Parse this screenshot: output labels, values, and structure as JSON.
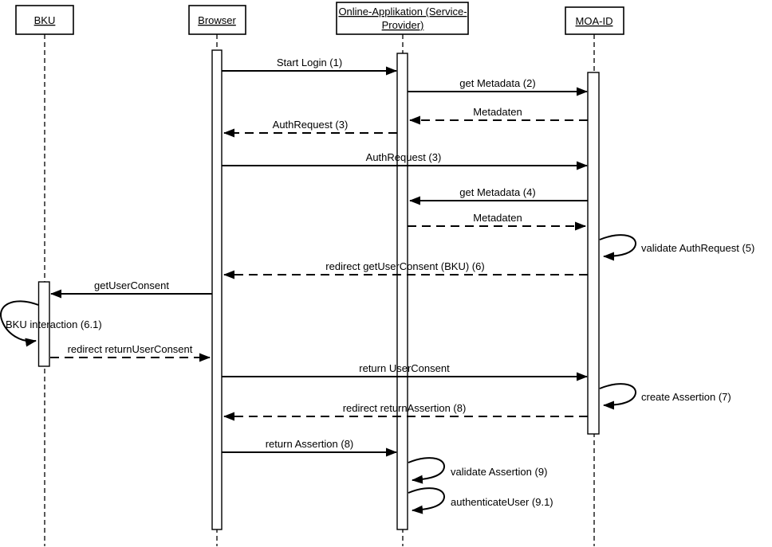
{
  "diagram": {
    "kind": "uml-sequence-diagram",
    "background_color": "#ffffff",
    "line_color": "#000000",
    "participants": [
      {
        "id": "bku",
        "label": "BKU"
      },
      {
        "id": "browser",
        "label": "Browser"
      },
      {
        "id": "online-applikation",
        "label": "Online-Applikation (Service-Provider)",
        "lines": [
          "Online-Applikation (Service-",
          "Provider)"
        ]
      },
      {
        "id": "moa-id",
        "label": "MOA-ID"
      }
    ],
    "messages": [
      {
        "label": "Start Login (1)",
        "from": "Browser",
        "to": "Online-Applikation (Service-Provider)",
        "style": "solid"
      },
      {
        "label": "get Metadata (2)",
        "from": "Online-Applikation (Service-Provider)",
        "to": "MOA-ID",
        "style": "solid"
      },
      {
        "label": "Metadaten",
        "from": "MOA-ID",
        "to": "Online-Applikation (Service-Provider)",
        "style": "dashed"
      },
      {
        "label": "AuthRequest (3)",
        "from": "Online-Applikation (Service-Provider)",
        "to": "Browser",
        "style": "dashed"
      },
      {
        "label": "AuthRequest (3)",
        "from": "Browser",
        "to": "MOA-ID",
        "style": "solid"
      },
      {
        "label": "get Metadata (4)",
        "from": "MOA-ID",
        "to": "Online-Applikation (Service-Provider)",
        "style": "solid"
      },
      {
        "label": "Metadaten",
        "from": "Online-Applikation (Service-Provider)",
        "to": "MOA-ID",
        "style": "dashed"
      },
      {
        "label": "validate AuthRequest (5)",
        "on": "MOA-ID",
        "style": "self"
      },
      {
        "label": "redirect getUserConsent (BKU) (6)",
        "from": "MOA-ID",
        "to": "Browser",
        "style": "dashed"
      },
      {
        "label": "getUserConsent",
        "from": "Browser",
        "to": "BKU",
        "style": "solid"
      },
      {
        "label": "BKU interaction (6.1)",
        "on": "BKU",
        "style": "self"
      },
      {
        "label": "redirect returnUserConsent",
        "from": "BKU",
        "to": "Browser",
        "style": "dashed"
      },
      {
        "label": "return UserConsent",
        "from": "Browser",
        "to": "MOA-ID",
        "style": "solid"
      },
      {
        "label": "create Assertion (7)",
        "on": "MOA-ID",
        "style": "self"
      },
      {
        "label": "redirect returnAssertion (8)",
        "from": "MOA-ID",
        "to": "Browser",
        "style": "dashed"
      },
      {
        "label": "return Assertion (8)",
        "from": "Browser",
        "to": "Online-Applikation (Service-Provider)",
        "style": "solid"
      },
      {
        "label": "validate Assertion (9)",
        "on": "Online-Applikation (Service-Provider)",
        "style": "self"
      },
      {
        "label": "authenticateUser (9.1)",
        "on": "Online-Applikation (Service-Provider)",
        "style": "self"
      }
    ]
  }
}
